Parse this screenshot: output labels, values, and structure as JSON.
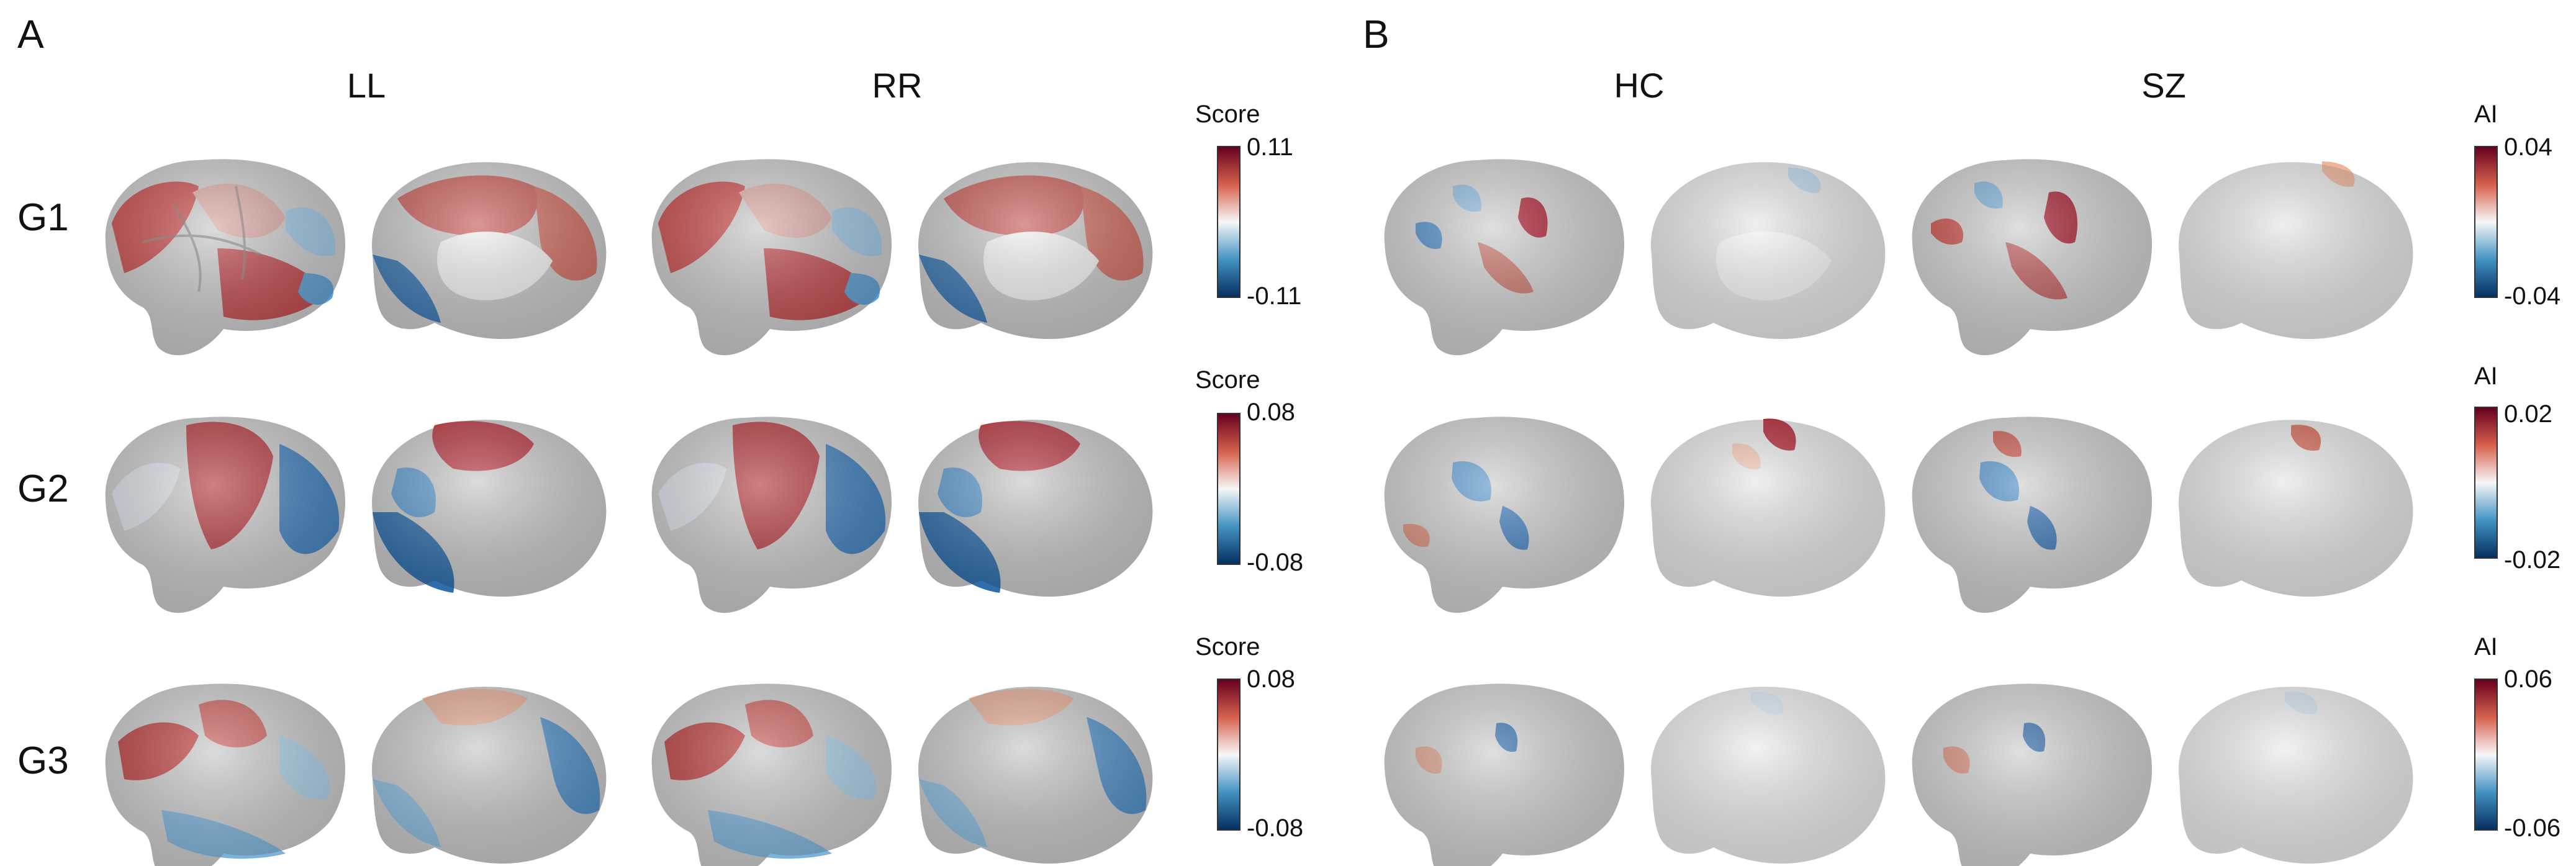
{
  "panels": {
    "a": {
      "letter": "A",
      "columns": [
        "LL",
        "RR"
      ],
      "colorbar_title": "Score"
    },
    "b": {
      "letter": "B",
      "columns": [
        "HC",
        "SZ"
      ],
      "colorbar_title": "AI"
    }
  },
  "rows": [
    {
      "label": "G1",
      "score_scale": {
        "max": "0.11",
        "min": "-0.11"
      },
      "ai_scale": {
        "max": "0.04",
        "min": "-0.04"
      }
    },
    {
      "label": "G2",
      "score_scale": {
        "max": "0.08",
        "min": "-0.08"
      },
      "ai_scale": {
        "max": "0.02",
        "min": "-0.02"
      }
    },
    {
      "label": "G3",
      "score_scale": {
        "max": "0.08",
        "min": "-0.08"
      },
      "ai_scale": {
        "max": "0.06",
        "min": "-0.06"
      }
    }
  ],
  "colormap": {
    "high": "#67001f",
    "mid_high": "#e8856b",
    "mid": "#f7f7f7",
    "mid_low": "#6aa8d2",
    "low": "#053061"
  },
  "brain_base_color": "#c9c9c9"
}
